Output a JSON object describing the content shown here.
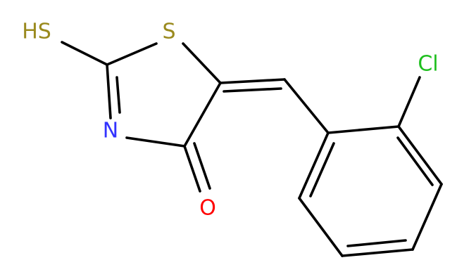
{
  "labels": {
    "sh": "HS",
    "s": "S",
    "n": "N",
    "o": "O",
    "cl": "Cl"
  },
  "colors": {
    "bond": "#000000",
    "sulfur": "#9a8a1e",
    "nitrogen": "#3333ff",
    "oxygen": "#ff0000",
    "chlorine": "#1fbf1f"
  }
}
